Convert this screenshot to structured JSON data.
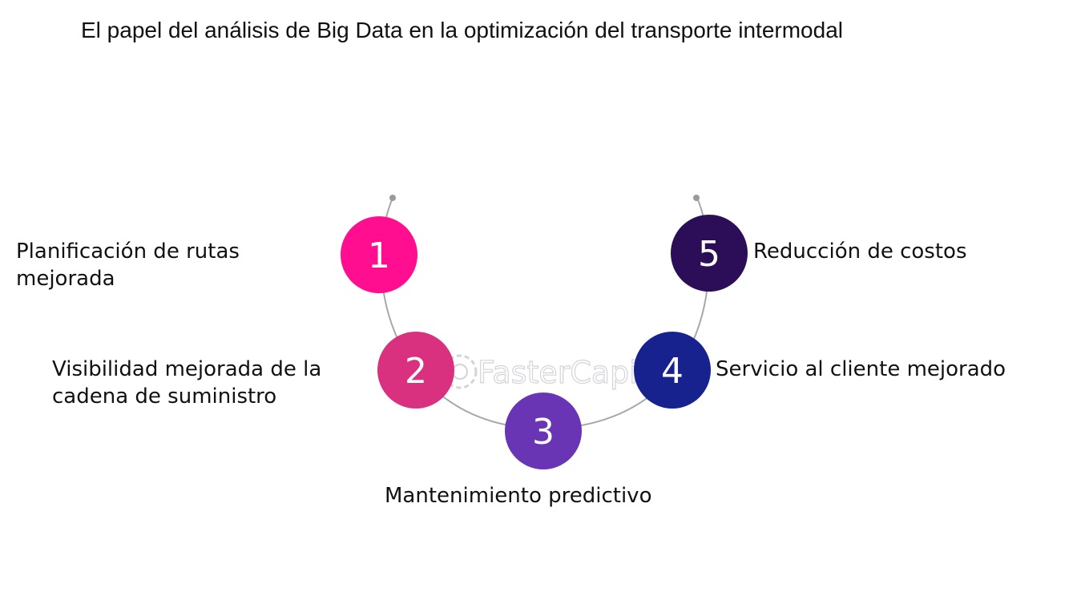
{
  "title": "El papel del análisis de Big Data en la optimización del transporte intermodal",
  "steps": [
    {
      "number": "1",
      "label": "Planificación de rutas\nmejorada",
      "color": "#ff0f8f"
    },
    {
      "number": "2",
      "label": "Visibilidad mejorada de la\ncadena de suministro",
      "color": "#d9317f"
    },
    {
      "number": "3",
      "label": "Mantenimiento predictivo",
      "color": "#6a35b5"
    },
    {
      "number": "4",
      "label": "Servicio al cliente mejorado",
      "color": "#17228f"
    },
    {
      "number": "5",
      "label": "Reducción de costos",
      "color": "#2c0d57"
    }
  ],
  "watermark": "FasterCapital",
  "colors": {
    "arc": "#a8a8a8",
    "dot": "#9a9a9a"
  }
}
